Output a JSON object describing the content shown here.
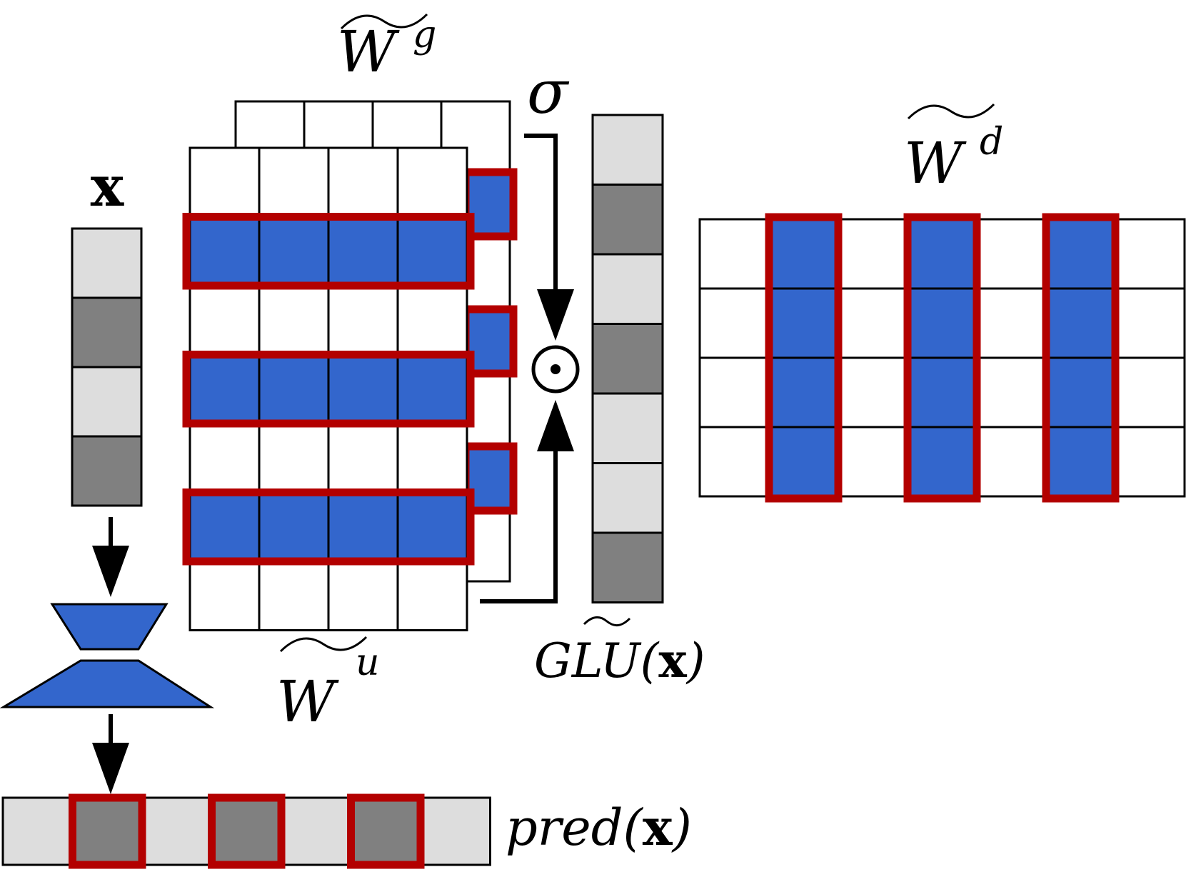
{
  "labels": {
    "x": "x",
    "w_gate": "W",
    "w_gate_sup": "g",
    "w_up": "W",
    "w_up_sup": "u",
    "w_down": "W",
    "w_down_sup": "d",
    "sigma": "σ",
    "hadamard": "⊙",
    "glu_g": "G",
    "glu_l": "L",
    "glu_rest": "U(",
    "glu_x": "x",
    "glu_close": ")",
    "pred": "pred(",
    "pred_x": "x",
    "pred_close": ")"
  },
  "colors": {
    "blue": "#3366cc",
    "red": "#b30000",
    "light_gray": "#dddddd",
    "dark_gray": "#808080",
    "white": "#ffffff"
  },
  "x_vector": [
    "light",
    "dark",
    "light",
    "dark"
  ],
  "glu_vector": [
    "light",
    "dark",
    "light",
    "dark",
    "light",
    "light",
    "dark"
  ],
  "w_up_selected_rows": [
    1,
    3,
    5
  ],
  "w_gate_selected_rows": [
    1,
    3,
    5
  ],
  "w_down_selected_cols": [
    1,
    3,
    5
  ],
  "pred_selected_cells": [
    1,
    3,
    5
  ]
}
